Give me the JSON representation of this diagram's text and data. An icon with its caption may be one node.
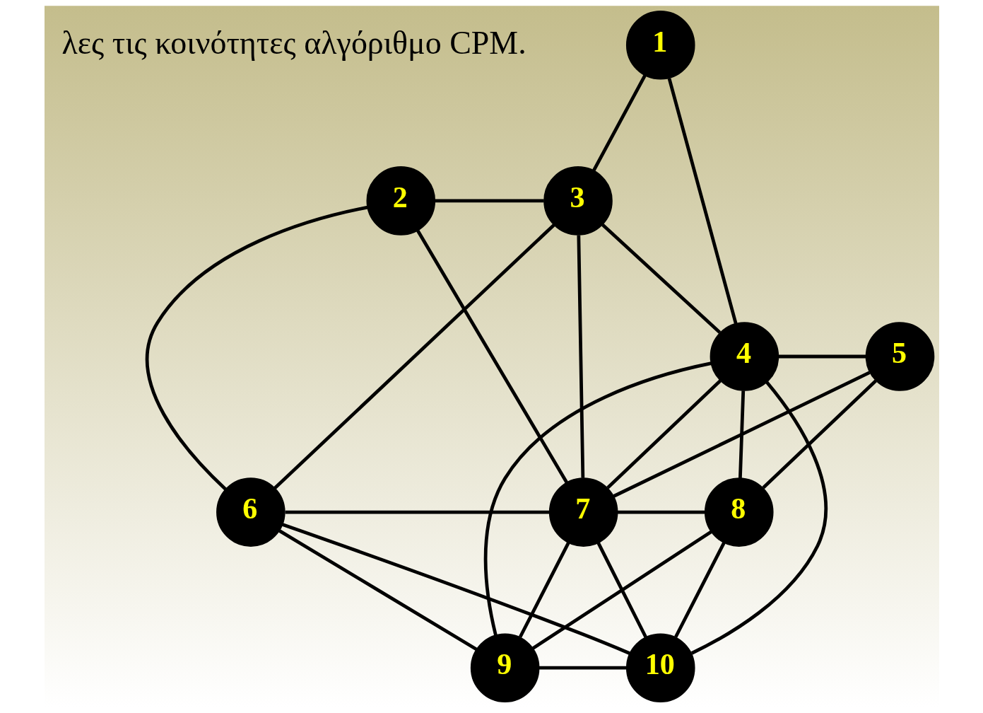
{
  "diagram": {
    "nodes": [
      {
        "text": [
          "1"
        ]
      },
      {
        "text": [
          "2"
        ]
      },
      {
        "text": [
          "3"
        ]
      },
      {
        "text": [
          "4"
        ]
      },
      {
        "text": [
          "5"
        ]
      },
      {
        "text": [
          "6"
        ]
      },
      {
        "text": [
          "7"
        ]
      },
      {
        "text": [
          "8"
        ]
      },
      {
        "text": [
          "9"
        ]
      },
      {
        "text": [
          "10"
        ]
      }
    ],
    "edges": [
      {
        "from": 0,
        "to": 2,
        "arrow": "none"
      },
      {
        "from": 0,
        "to": 3,
        "arrow": "none"
      },
      {
        "from": 1,
        "to": 2,
        "arrow": "none"
      },
      {
        "from": 1,
        "to": 5,
        "arrow": "none"
      },
      {
        "from": 1,
        "to": 6,
        "arrow": "none"
      },
      {
        "from": 2,
        "to": 3,
        "arrow": "none"
      },
      {
        "from": 2,
        "to": 5,
        "arrow": "none"
      },
      {
        "from": 2,
        "to": 6,
        "arrow": "none"
      },
      {
        "from": 3,
        "to": 4,
        "arrow": "none"
      },
      {
        "from": 3,
        "to": 6,
        "arrow": "none"
      },
      {
        "from": 3,
        "to": 7,
        "arrow": "none"
      },
      {
        "from": 3,
        "to": 8,
        "arrow": "none"
      },
      {
        "from": 3,
        "to": 9,
        "arrow": "none"
      },
      {
        "from": 4,
        "to": 6,
        "arrow": "none"
      },
      {
        "from": 4,
        "to": 7,
        "arrow": "none"
      },
      {
        "from": 5,
        "to": 6,
        "arrow": "none"
      },
      {
        "from": 5,
        "to": 8,
        "arrow": "none"
      },
      {
        "from": 5,
        "to": 9,
        "arrow": "none"
      },
      {
        "from": 6,
        "to": 7,
        "arrow": "none"
      },
      {
        "from": 6,
        "to": 8,
        "arrow": "none"
      },
      {
        "from": 6,
        "to": 9,
        "arrow": "none"
      },
      {
        "from": 7,
        "to": 8,
        "arrow": "none"
      },
      {
        "from": 7,
        "to": 9,
        "arrow": "none"
      },
      {
        "from": 8,
        "to": 9,
        "arrow": "none"
      }
    ],
    "labels": [
      "λες τις κοινότητες αλγόριθμο CPM."
    ]
  }
}
